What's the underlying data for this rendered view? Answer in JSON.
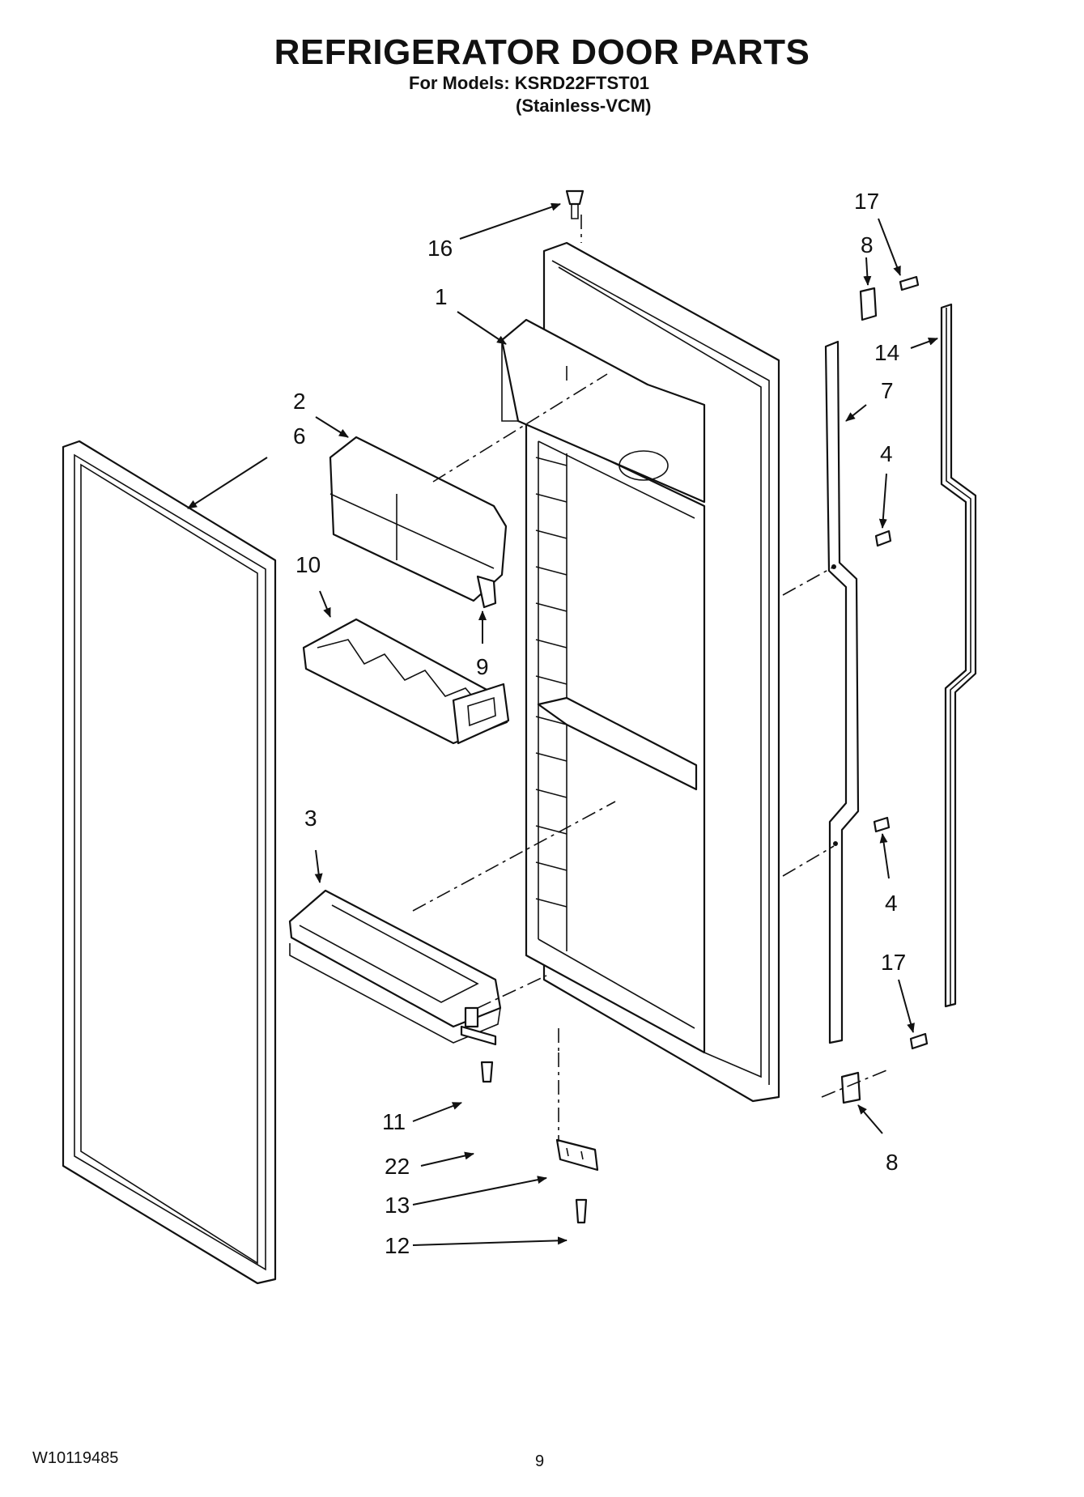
{
  "header": {
    "title": "REFRIGERATOR DOOR PARTS",
    "models_line": "For Models: KSRD22FTST01",
    "finish_line": "(Stainless-VCM)"
  },
  "footer": {
    "doc_number": "W10119485",
    "page_number": "9"
  },
  "callouts": {
    "c16": "16",
    "c1": "1",
    "c2": "2",
    "c6": "6",
    "c10": "10",
    "c9": "9",
    "c3": "3",
    "c11": "11",
    "c22": "22",
    "c13": "13",
    "c12": "12",
    "c17a": "17",
    "c8a": "8",
    "c14": "14",
    "c7": "7",
    "c4a": "4",
    "c4b": "4",
    "c17b": "17",
    "c8b": "8"
  }
}
